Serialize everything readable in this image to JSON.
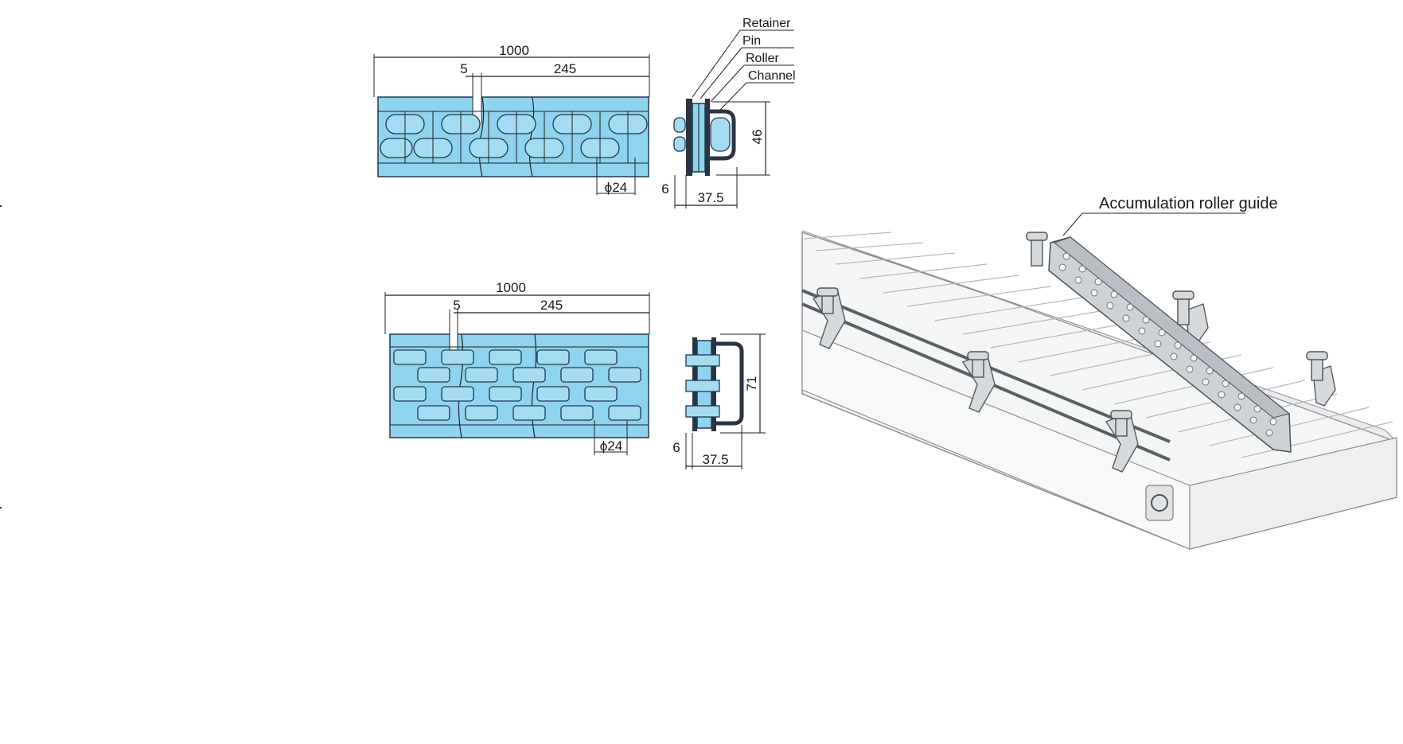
{
  "top_drawing": {
    "dim_length": "1000",
    "dim_gap": "5",
    "dim_pitch": "245",
    "dim_roller": "ϕ24",
    "dim_height": "46",
    "dim_offset": "6",
    "dim_width": "37.5",
    "callouts": [
      "Retainer",
      "Pin",
      "Roller",
      "Channel"
    ]
  },
  "bottom_drawing": {
    "dim_length": "1000",
    "dim_gap": "5",
    "dim_pitch": "245",
    "dim_roller": "ϕ24",
    "dim_height": "71",
    "dim_offset": "6",
    "dim_width": "37.5"
  },
  "illustration": {
    "label": "Accumulation roller guide"
  },
  "colors": {
    "part_fill": "#8fd3ef",
    "outline": "#1e3a55"
  }
}
